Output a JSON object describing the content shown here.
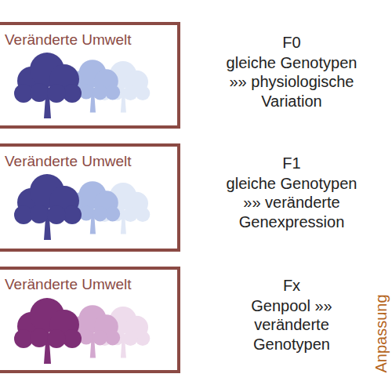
{
  "diagram": {
    "nodes": [
      {
        "text": [
          "Veränderte Umwelt"
        ]
      },
      {
        "text": [
          "Veränderte Umwelt"
        ]
      },
      {
        "text": [
          "Veränderte Umwelt"
        ]
      }
    ],
    "labels": [
      "F0",
      "gleiche Genotypen »» physiologische Variation",
      "F1",
      "gleiche Genotypen »» veränderte Genexpression",
      "Fx",
      "Genpool »» veränderte Genotypen",
      "Anpassung"
    ]
  }
}
